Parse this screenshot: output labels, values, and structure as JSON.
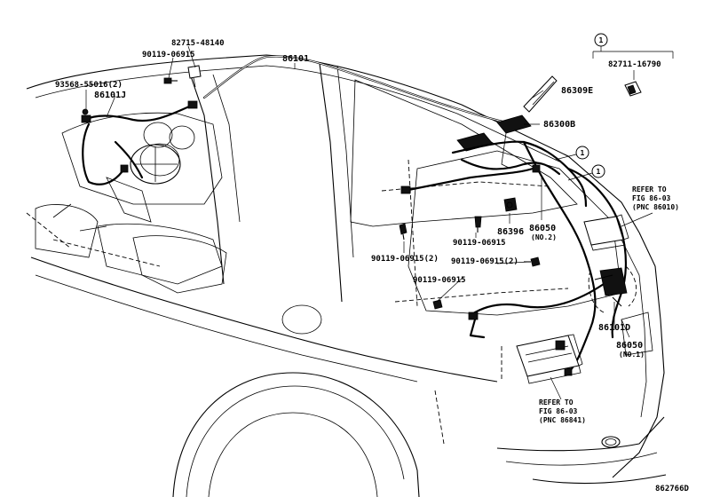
{
  "part_numbers": {
    "p82715": "82715-48140",
    "p90119_a": "90119-06915",
    "p93568": "93568-55016(2)",
    "p86101j": "86101J",
    "p86101": "86101",
    "p86309e": "86309E",
    "p86300b": "86300B",
    "p86396": "86396",
    "p86050_no2": "86050",
    "p86050_no2_note": "(NO.2)",
    "p90119_b": "90119-06915",
    "p90119_c": "90119-06915(2)",
    "p90119_d": "90119-06915(2)",
    "p90119_e": "90119-06915",
    "p86101d": "86101D",
    "p86050_no1": "86050",
    "p86050_no1_note": "(NO.1)",
    "inset_part": "82711-16790"
  },
  "callout_marker": "1",
  "refer_top": {
    "line1": "REFER TO",
    "line2": "FIG 86-03",
    "line3": "(PNC 86010)"
  },
  "refer_bottom": {
    "line1": "REFER TO",
    "line2": "FIG 86-03",
    "line3": "(PNC 86841)"
  },
  "diagram_id": "862766D"
}
